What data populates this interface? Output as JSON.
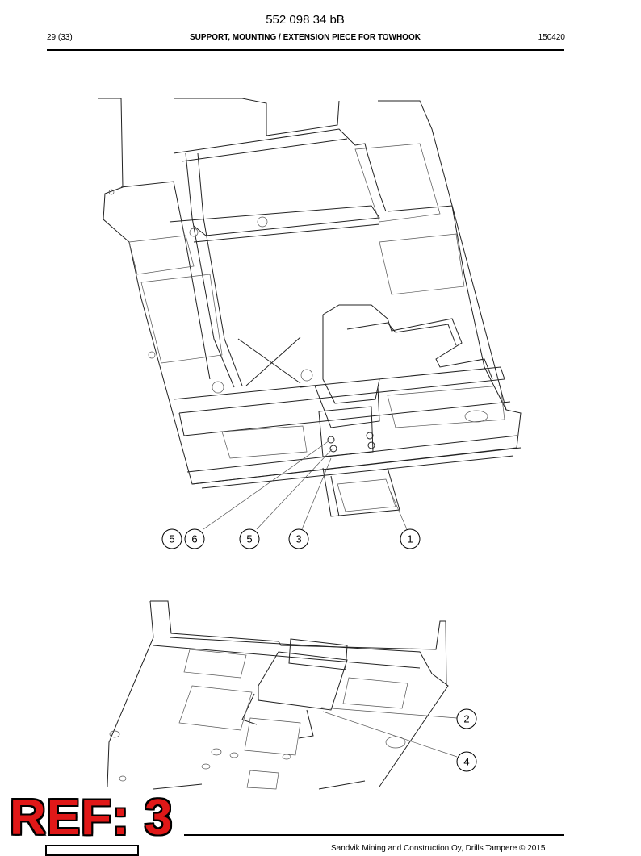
{
  "header": {
    "doc_number": "552 098 34 bB",
    "page_count": "29 (33)",
    "title": "SUPPORT, MOUNTING / EXTENSION PIECE FOR TOWHOOK",
    "date": "150420"
  },
  "callouts_top": [
    "5",
    "6",
    "5",
    "3",
    "1"
  ],
  "callouts_bottom": [
    "2",
    "4"
  ],
  "stamp": "REF: 3",
  "footer": {
    "copyright": "Sandvik Mining and Construction Oy, Drills Tampere © 2015"
  }
}
